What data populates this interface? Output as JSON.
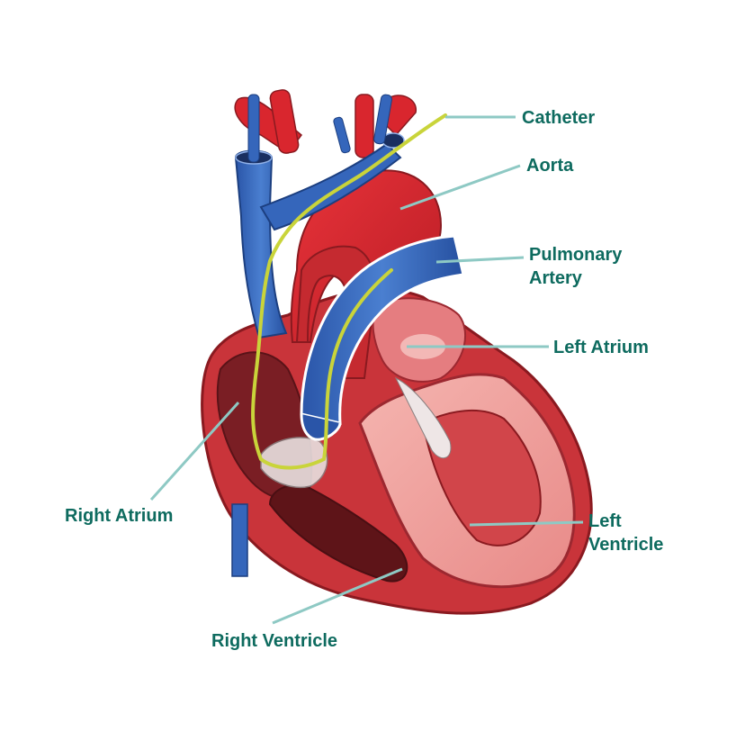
{
  "diagram": {
    "subject": "heart-with-catheter",
    "colors": {
      "label_text": "#0e6b5f",
      "leader_line": "#8ec9c4",
      "artery_red": "#d9262e",
      "vein_blue": "#2f5fb3",
      "tissue_pink": "#f2a0a0",
      "chamber_dark": "#6e1a1f",
      "catheter_yellow": "#c9d43a",
      "background": "#ffffff"
    },
    "labels": [
      {
        "id": "catheter",
        "text": "Catheter"
      },
      {
        "id": "aorta",
        "text": "Aorta"
      },
      {
        "id": "pulmonary-artery",
        "line1": "Pulmonary",
        "line2": "Artery"
      },
      {
        "id": "left-atrium",
        "text": "Left Atrium"
      },
      {
        "id": "right-atrium",
        "text": "Right Atrium"
      },
      {
        "id": "left-ventricle",
        "line1": "Left",
        "line2": "Ventricle"
      },
      {
        "id": "right-ventricle",
        "text": "Right Ventricle"
      }
    ]
  }
}
